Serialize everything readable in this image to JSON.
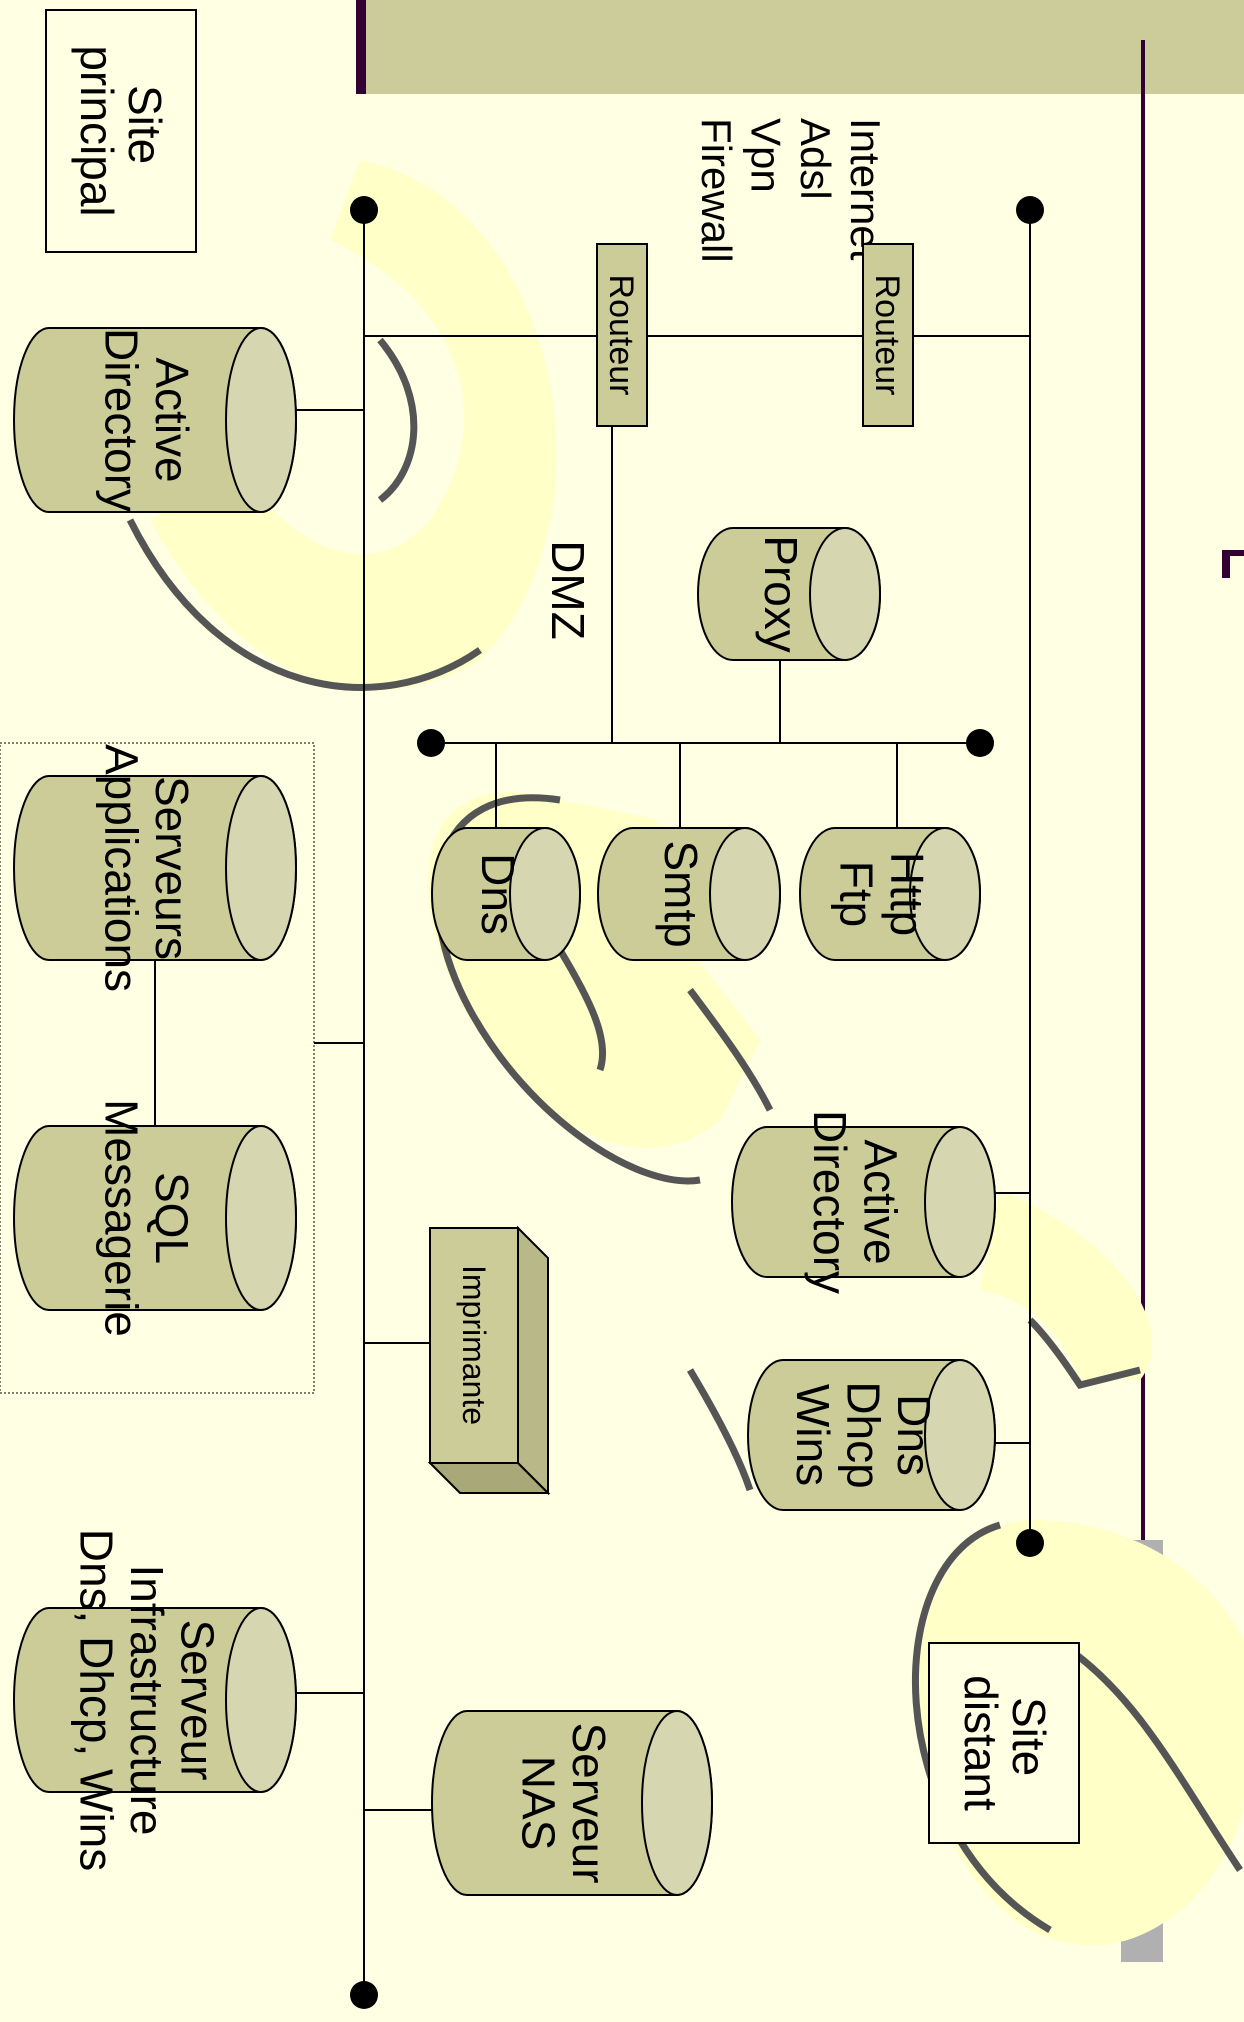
{
  "colors": {
    "background": "#ffffe3",
    "band": "#cccc9a",
    "band_edge": "#330033",
    "node_fill": "#cccc99",
    "node_top": "#d6d6b0",
    "line": "#000000",
    "watermark": "#ffffc8",
    "watermark_shadow": "#555555",
    "grey_bar": "#b0b0b0"
  },
  "labels": {
    "site_principal": [
      "Site",
      "principal"
    ],
    "site_distant": [
      "Site",
      "distant"
    ],
    "dmz": "DMZ",
    "internet_links": [
      "Internet",
      "Adsl",
      "Vpn",
      "Firewall"
    ]
  },
  "routers": [
    "Routeur",
    "Routeur"
  ],
  "servers": {
    "active_directory_main": [
      "Active",
      "Directory"
    ],
    "proxy": [
      "Proxy"
    ],
    "http_ftp": [
      "Http",
      "Ftp"
    ],
    "smtp": [
      "Smtp"
    ],
    "dns": [
      "Dns"
    ],
    "applications": [
      "Serveurs",
      "Applications"
    ],
    "sql_messagerie": [
      "SQL",
      "Messagerie"
    ],
    "active_directory_remote": [
      "Active",
      "Directory"
    ],
    "dns_dhcp_wins": [
      "Dns",
      "Dhcp",
      "Wins"
    ],
    "infrastructure": [
      "Serveur",
      "Infrastructure",
      "Dns, Dhcp, Wins"
    ],
    "nas": [
      "Serveur",
      "NAS"
    ]
  },
  "printer": "Imprimante"
}
